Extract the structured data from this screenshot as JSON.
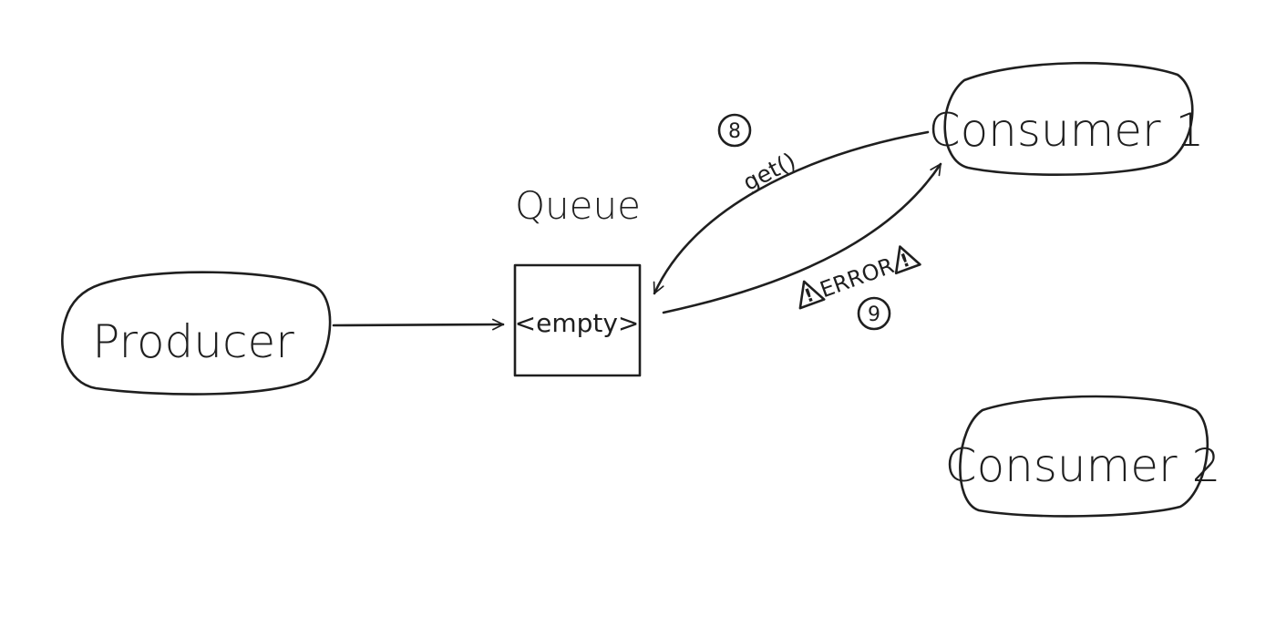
{
  "diagram": {
    "nodes": {
      "producer": {
        "label": "Producer"
      },
      "queue": {
        "title": "Queue",
        "content": "<empty>"
      },
      "consumer1": {
        "label": "Consumer 1"
      },
      "consumer2": {
        "label": "Consumer 2"
      }
    },
    "edges": {
      "get_call": {
        "step": "8",
        "label": "get()"
      },
      "error_response": {
        "step": "9",
        "label": "ERROR",
        "warning_symbol": "!"
      }
    }
  }
}
